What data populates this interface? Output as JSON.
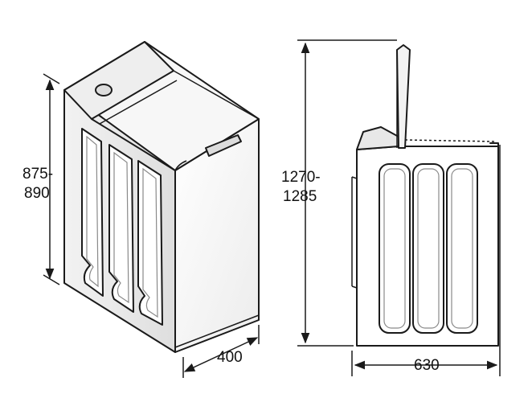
{
  "dimensions": {
    "height": {
      "line1": "875-",
      "line2": "890"
    },
    "height_open": {
      "line1": "1270-",
      "line2": "1285"
    },
    "width": "400",
    "depth": "630"
  },
  "colors": {
    "ink": "#1a1a1a",
    "shade": "#e9e9e9",
    "background": "#ffffff"
  }
}
